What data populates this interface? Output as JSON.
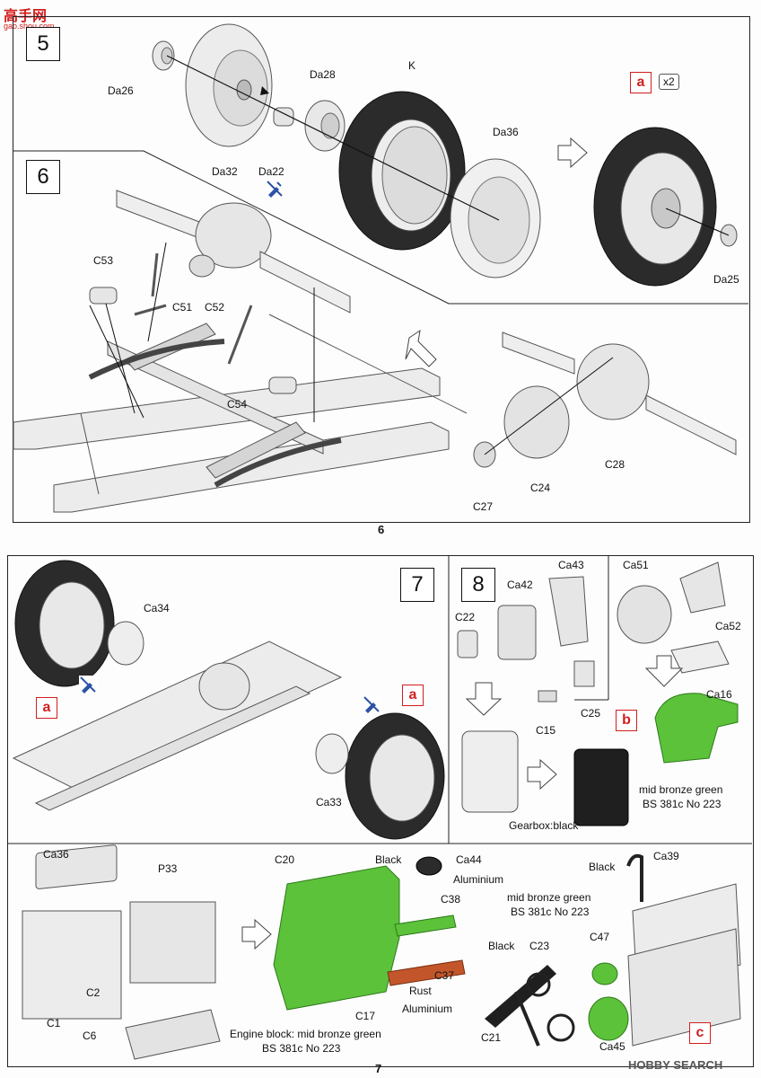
{
  "watermark_top": "高手网",
  "watermark_top_url": "gao.shou.com",
  "watermark_bottom": "HOBBY SEARCH",
  "page_top": {
    "number": "6",
    "step5": {
      "number": "5",
      "parts": [
        "Da26",
        "Da32",
        "Da28",
        "Da22",
        "K",
        "Da36",
        "Da25"
      ],
      "variant": "a",
      "multiplier": "x2"
    },
    "step6": {
      "number": "6",
      "parts": [
        "C53",
        "C51",
        "C52",
        "C54",
        "C27",
        "C24",
        "C28"
      ]
    }
  },
  "page_bottom": {
    "number": "7",
    "step7": {
      "number": "7",
      "parts": [
        "Ca34",
        "Ca33"
      ],
      "variant_left": "a",
      "variant_right": "a"
    },
    "step8": {
      "number": "8",
      "parts": [
        "Ca43",
        "Ca42",
        "C22",
        "C15",
        "C25",
        "Ca51",
        "Ca52",
        "Ca16"
      ],
      "variant": "b",
      "gearbox_note": "Gearbox:black",
      "color_note_line1": "mid bronze green",
      "color_note_line2": "BS 381c No 223"
    },
    "engine": {
      "parts": [
        "Ca36",
        "P33",
        "C1",
        "C2",
        "C6",
        "C20",
        "C17",
        "Ca44",
        "C38",
        "C37",
        "C23",
        "C47",
        "C21",
        "Ca45",
        "Ca39"
      ],
      "labels": {
        "black1": "Black",
        "aluminium1": "Aluminium",
        "color_line1": "mid bronze green",
        "color_line2": "BS 381c No 223",
        "rust": "Rust",
        "aluminium2": "Aluminium",
        "engine_block_line1": "Engine block: mid bronze green",
        "engine_block_line2": "BS 381c No 223",
        "black2": "Black",
        "black3": "Black"
      },
      "variant": "c"
    }
  },
  "colors": {
    "accent_red": "#d21e1e",
    "bronze_green": "#5cc23a",
    "rust": "#c2562a",
    "tire": "#2b2b2b"
  }
}
